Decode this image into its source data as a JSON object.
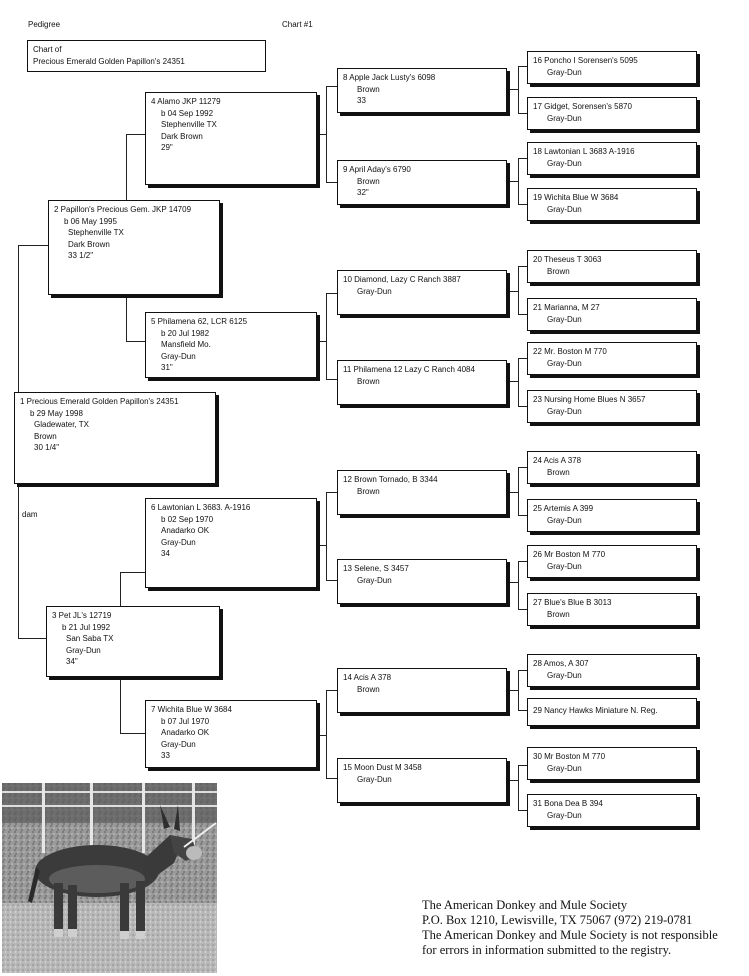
{
  "header": {
    "left": "Pedigree",
    "chart": "Chart #1"
  },
  "chart_of": {
    "line1": "Chart of",
    "line2": "Precious Emerald  Golden Papillon's 24351"
  },
  "subject": {
    "name": "1  Precious Emerald  Golden Papillon's 24351",
    "born": "b  29 May 1998",
    "place": "Gladewater, TX",
    "color": "Brown",
    "height": "30 1/4\""
  },
  "dam_label": "dam",
  "gen2": [
    {
      "name": "2  Papillon's Precious Gem. JKP 14709",
      "born": "b  06 May 1995",
      "place": "Stephenville  TX",
      "color": "Dark Brown",
      "height": "33 1/2\""
    },
    {
      "name": "3  Pet  JL's 12719",
      "born": "b  21 Jul 1992",
      "place": "San Saba TX",
      "color": "Gray-Dun",
      "height": "34\""
    }
  ],
  "gen3": [
    {
      "name": "4  Alamo  JKP 11279",
      "born": "b  04 Sep 1992",
      "place": "Stephenville  TX",
      "color": "Dark Brown",
      "height": "29\""
    },
    {
      "name": "5  Philamena 62, LCR 6125",
      "born": "b  20 Jul 1982",
      "place": "Mansfield  Mo.",
      "color": "Gray-Dun",
      "height": "31\""
    },
    {
      "name": "6  Lawtonian  L 3683. A-1916",
      "born": "b  02 Sep 1970",
      "place": "Anadarko  OK",
      "color": "Gray-Dun",
      "height": "34"
    },
    {
      "name": "7  Wichita Blue  W 3684",
      "born": "b  07 Jul 1970",
      "place": "Anadarko  OK",
      "color": "Gray-Dun",
      "height": "33"
    }
  ],
  "gen4": [
    {
      "name": "8  Apple Jack  Lusty's 6098",
      "color": "Brown",
      "height": "33"
    },
    {
      "name": "9  April  Aday's 6790",
      "color": "Brown",
      "height": "32\""
    },
    {
      "name": "10  Diamond, Lazy C Ranch 3887",
      "color": "Gray-Dun",
      "height": ""
    },
    {
      "name": "11  Philamena 12  Lazy C Ranch 4084",
      "color": "Brown",
      "height": ""
    },
    {
      "name": "12  Brown Tornado, B 3344",
      "color": "Brown",
      "height": ""
    },
    {
      "name": "13  Selene, S 3457",
      "color": "Gray-Dun",
      "height": ""
    },
    {
      "name": "14  Acis  A 378",
      "color": "Brown",
      "height": ""
    },
    {
      "name": "15  Moon Dust  M 3458",
      "color": "Gray-Dun",
      "height": ""
    }
  ],
  "gen5": [
    {
      "name": "16  Poncho I  Sorensen's 5095",
      "color": "Gray-Dun"
    },
    {
      "name": "17  Gidget, Sorensen's 5870",
      "color": "Gray-Dun"
    },
    {
      "name": "18  Lawtonian  L 3683  A-1916",
      "color": "Gray-Dun"
    },
    {
      "name": "19  Wichita Blue  W 3684",
      "color": "Gray-Dun"
    },
    {
      "name": "20  Theseus  T 3063",
      "color": "Brown"
    },
    {
      "name": "21  Marianna, M 27",
      "color": "Gray-Dun"
    },
    {
      "name": "22  Mr. Boston  M 770",
      "color": "Gray-Dun"
    },
    {
      "name": "23  Nursing Home Blues  N 3657",
      "color": "Gray-Dun"
    },
    {
      "name": "24  Acis  A 378",
      "color": "Brown"
    },
    {
      "name": "25  Artemis  A 399",
      "color": "Gray-Dun"
    },
    {
      "name": "26  Mr  Boston  M 770",
      "color": "Gray-Dun"
    },
    {
      "name": "27  Blue's Blue  B 3013",
      "color": "Brown"
    },
    {
      "name": "28  Amos, A 307",
      "color": "Gray-Dun"
    },
    {
      "name": "29  Nancy Hawks  Miniature N. Reg.",
      "color": ""
    },
    {
      "name": "30  Mr  Boston  M 770",
      "color": "Gray-Dun"
    },
    {
      "name": "31  Bona Dea  B 394",
      "color": "Gray-Dun"
    }
  ],
  "footer": {
    "line1": "The American Donkey and Mule Society",
    "line2": "P.O. Box 1210, Lewisville, TX 75067     (972) 219-0781",
    "line3": "The American Donkey and Mule Society is not responsible",
    "line4": "for errors in information submitted to the registry."
  }
}
